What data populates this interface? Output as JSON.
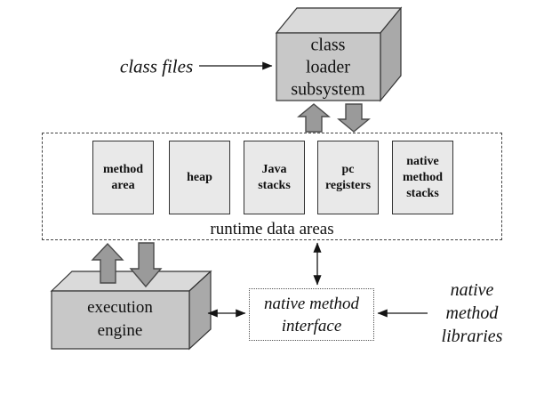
{
  "colors": {
    "face_front": "#c8c8c8",
    "face_top": "#dadada",
    "face_side": "#a9a9a9",
    "arrow_fill": "#9a9a9a",
    "box_fill": "#e9e9e9",
    "line": "#333333"
  },
  "class_files": {
    "label": "class files"
  },
  "class_loader": {
    "lines": [
      "class",
      "loader",
      "subsystem"
    ]
  },
  "runtime": {
    "label": "runtime data areas",
    "boxes": [
      {
        "lines": [
          "method",
          "area"
        ]
      },
      {
        "lines": [
          "heap"
        ]
      },
      {
        "lines": [
          "Java",
          "stacks"
        ]
      },
      {
        "lines": [
          "pc",
          "registers"
        ]
      },
      {
        "lines": [
          "native",
          "method",
          "stacks"
        ]
      }
    ]
  },
  "execution_engine": {
    "lines": [
      "execution",
      "engine"
    ]
  },
  "native_method_interface": {
    "lines": [
      "native method",
      "interface"
    ]
  },
  "native_method_libraries": {
    "lines": [
      "native",
      "method",
      "libraries"
    ]
  }
}
